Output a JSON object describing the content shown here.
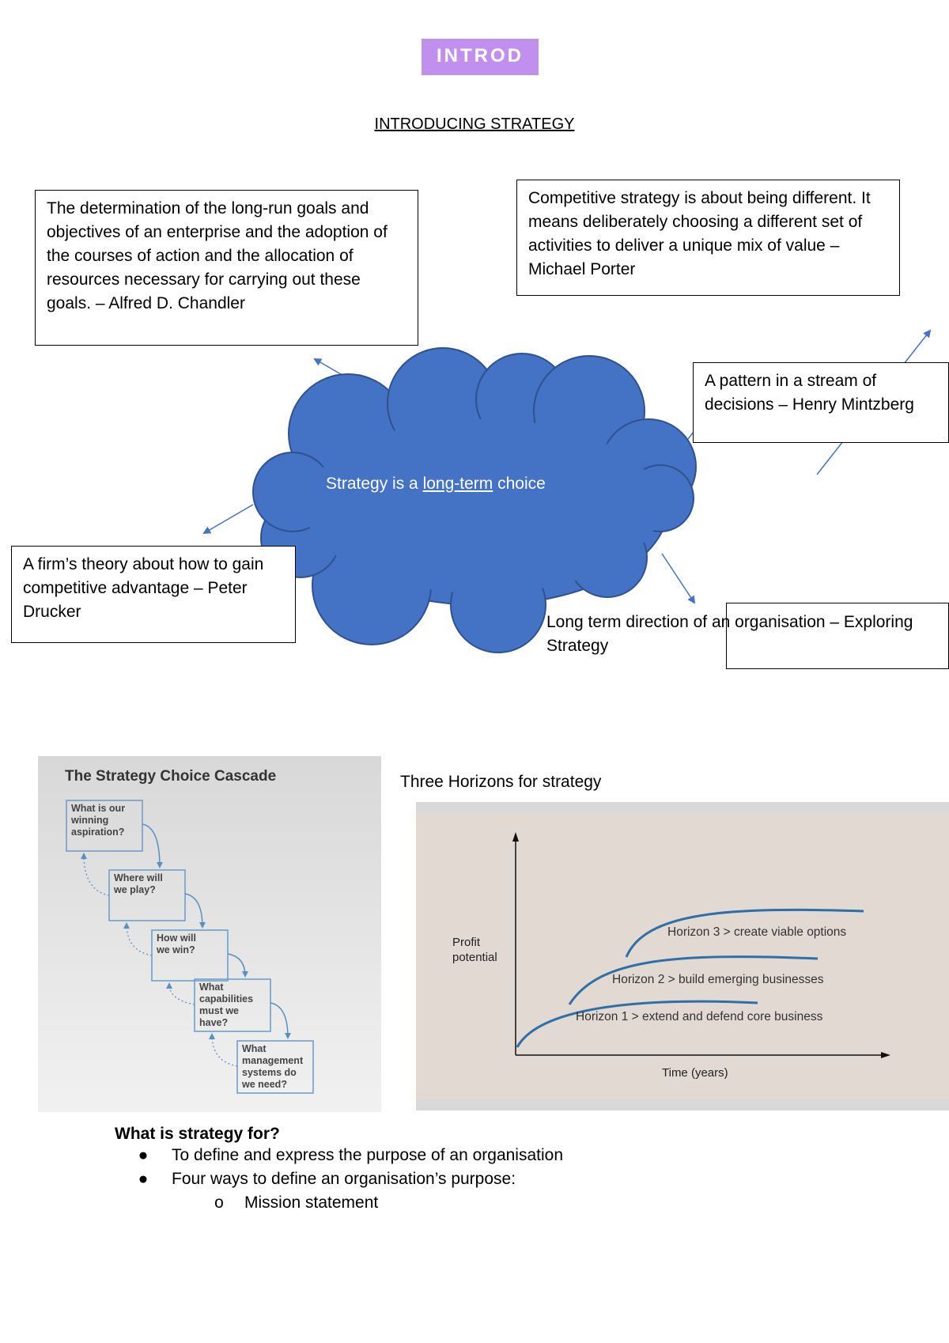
{
  "header": {
    "tag": "INTROD",
    "title": "INTRODUCING STRATEGY"
  },
  "definitions": {
    "chandler": "The determination of the long-run goals and objectives of an enterprise and the adoption of the courses of action and the allocation of resources necessary for carrying out these goals. – Alfred D. Chandler",
    "porter": "Competitive strategy is about being different. It means deliberately choosing a different set of activities to deliver a unique mix of value – Michael Porter",
    "mintzberg": "A pattern in a stream of decisions – Henry Mintzberg",
    "drucker": "A firm’s theory about how to gain competitive advantage – Peter Drucker",
    "exploring": "Long term direction of an organisation – Exploring Strategy"
  },
  "cloud": {
    "prefix": "Strategy is a ",
    "underlined": "long-term",
    "suffix": " choice",
    "fill": "#4472c4"
  },
  "cascade": {
    "title": "The Strategy Choice Cascade",
    "steps": [
      {
        "line1": "What is our",
        "line2": "winning",
        "line3": "aspiration?",
        "line4": ""
      },
      {
        "line1": "Where will",
        "line2": "we play?",
        "line3": "",
        "line4": ""
      },
      {
        "line1": "How will",
        "line2": "we win?",
        "line3": "",
        "line4": ""
      },
      {
        "line1": "What",
        "line2": "capabilities",
        "line3": "must we",
        "line4": "have?"
      },
      {
        "line1": "What",
        "line2": "management",
        "line3": "systems do",
        "line4": "we need?"
      }
    ]
  },
  "horizons": {
    "caption": "Three Horizons for strategy",
    "ylabel_1": "Profit",
    "ylabel_2": "potential",
    "xlabel": "Time (years)",
    "h1": "Horizon 1 > extend and defend core business",
    "h2": "Horizon 2 > build emerging businesses",
    "h3": "Horizon 3 > create viable options",
    "curve_color": "#2e6fa8",
    "bg_color": "#e2d9d2"
  },
  "purpose": {
    "heading": "What is strategy for?",
    "bullets": [
      "To define and express the purpose of an organisation",
      "Four ways to define an organisation’s purpose:"
    ],
    "sub_bullets": [
      "Mission statement"
    ]
  }
}
